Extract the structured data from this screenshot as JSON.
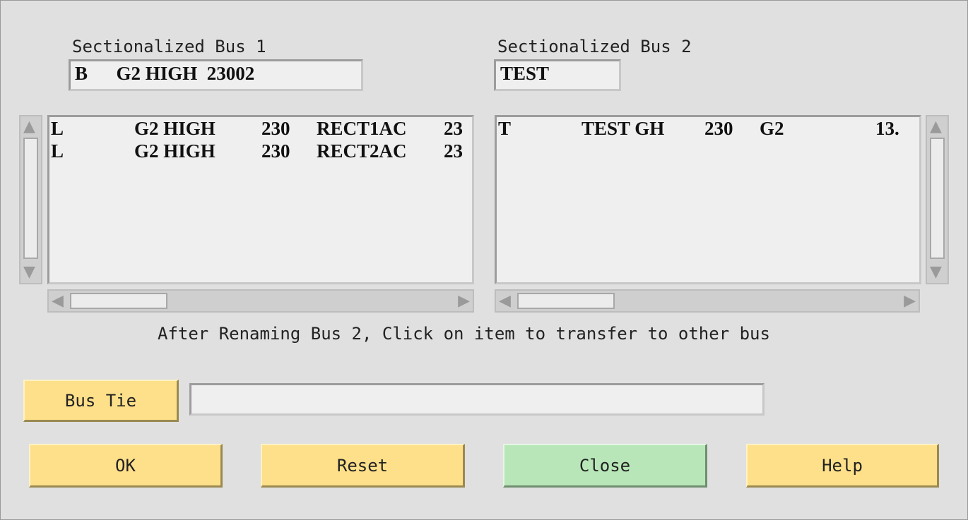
{
  "bus1": {
    "label": "Sectionalized Bus 1",
    "value": "B      G2 HIGH  23002"
  },
  "bus2": {
    "label": "Sectionalized Bus 2",
    "value": "TEST"
  },
  "list1": {
    "rows": [
      {
        "type": "L",
        "name": "G2 HIGH",
        "kv": "230",
        "other": "RECT1AC",
        "tail": "23"
      },
      {
        "type": "L",
        "name": "G2 HIGH",
        "kv": "230",
        "other": "RECT2AC",
        "tail": "23"
      }
    ]
  },
  "list2": {
    "rows": [
      {
        "type": "T",
        "name": "TEST GH",
        "kv": "230",
        "other": "G2",
        "tail": "13."
      }
    ]
  },
  "instruction": "After Renaming Bus 2, Click on item to transfer to other bus",
  "bus_tie": {
    "label": "Bus Tie",
    "value": ""
  },
  "buttons": {
    "ok": "OK",
    "reset": "Reset",
    "close": "Close",
    "help": "Help"
  },
  "icons": {
    "up": "▲",
    "down": "▼",
    "left": "◀",
    "right": "▶"
  }
}
